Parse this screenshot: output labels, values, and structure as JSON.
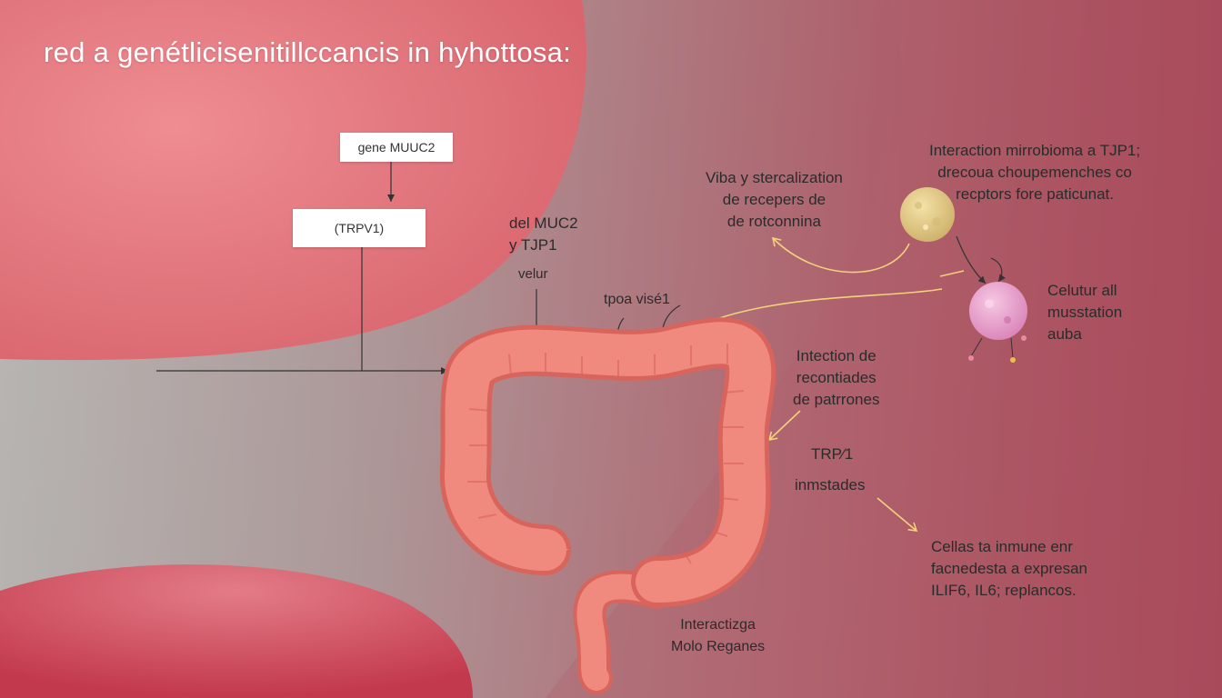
{
  "title": "red a genétlicisenitillccancis in hyhottosa:",
  "boxes": {
    "gene": "gene MUUC2",
    "trpv": "(TRPV1)"
  },
  "labels": {
    "del_muc": [
      "del MUC2",
      "y TJP1"
    ],
    "velur": "velur",
    "tpoa": "tpoa visé1",
    "via": [
      "Viba y stercalization",
      "de recepers de",
      "de rotconnina"
    ],
    "interaction_micro": [
      "Interaction mirrobioma a TJP1;",
      "drecoua choupemenches co",
      "recptors fore paticunat."
    ],
    "celutur": [
      "Celutur all",
      "musstation",
      "auba"
    ],
    "intection": [
      "Intection de",
      "recontiades",
      "de patrrones"
    ],
    "trpv_inm": [
      "TRP⁄1",
      "inmstades"
    ],
    "cellas": [
      "Cellas ta inmune enr",
      "facnedesta a expresan",
      "ILIF6, IL6; replancos."
    ],
    "interactizga": [
      "Interactizga",
      "Molo Reganes"
    ]
  },
  "colors": {
    "colon": "#f08a7e",
    "colon_dark": "#d8645c",
    "arrow_dark": "#333333",
    "arrow_yellow": "#f2d27a",
    "microbe_yellow": "#e8d08a",
    "microbe_pink": "#e8a8cf"
  }
}
